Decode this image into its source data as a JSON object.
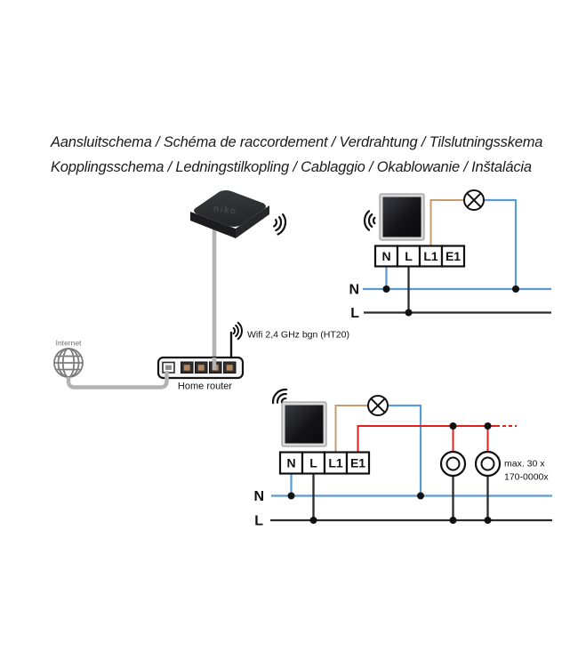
{
  "title": {
    "line1": "Aansluitschema / Schéma de raccordement / Verdrahtung / Tilslutningsskema",
    "line2": "Kopplingsschema / Ledningstilkopling / Cablaggio / Okablowanie / Inštalácia"
  },
  "network": {
    "gateway_brand": "niko",
    "internet_label": "Internet",
    "router_label": "Home router",
    "wifi_label": "Wifi 2,4 GHz bgn (HT20)"
  },
  "diagram_single": {
    "terminals": [
      "N",
      "L",
      "L1",
      "E1"
    ],
    "neutral_label": "N",
    "line_label": "L"
  },
  "diagram_multiway": {
    "terminals": [
      "N",
      "L",
      "L1",
      "E1"
    ],
    "neutral_label": "N",
    "line_label": "L",
    "note_line1": "max. 30 x",
    "note_line2": "170-0000x"
  },
  "colors": {
    "neutral_blue": "#5b9bd5",
    "line_black": "#2b2b2b",
    "switched_brown": "#c69c6d",
    "extension_red": "#e3211c",
    "cable_gray": "#b3b3b3"
  }
}
